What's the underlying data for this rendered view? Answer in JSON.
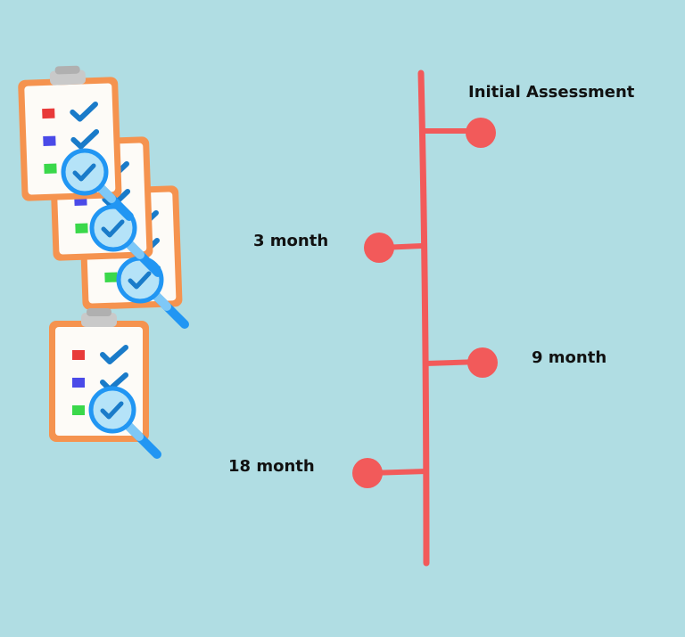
{
  "timeline": {
    "milestones": [
      {
        "label": "Initial Assessment"
      },
      {
        "label": "3 month"
      },
      {
        "label": "9 month"
      },
      {
        "label": "18 month"
      }
    ]
  },
  "colors": {
    "background": "#b0dde3",
    "timeline": "#f25a5a",
    "clipboard_frame": "#f5934f",
    "paper": "#fdfbf7",
    "checkmark": "#1a7bc9",
    "magnifier": "#2196f3",
    "bullet_red": "#e83a3a",
    "bullet_blue": "#4a4ae8",
    "bullet_green": "#3ad84a"
  },
  "icons": {
    "clipboard": "clipboard-checklist-icon",
    "magnifier": "magnifying-glass-check-icon"
  }
}
